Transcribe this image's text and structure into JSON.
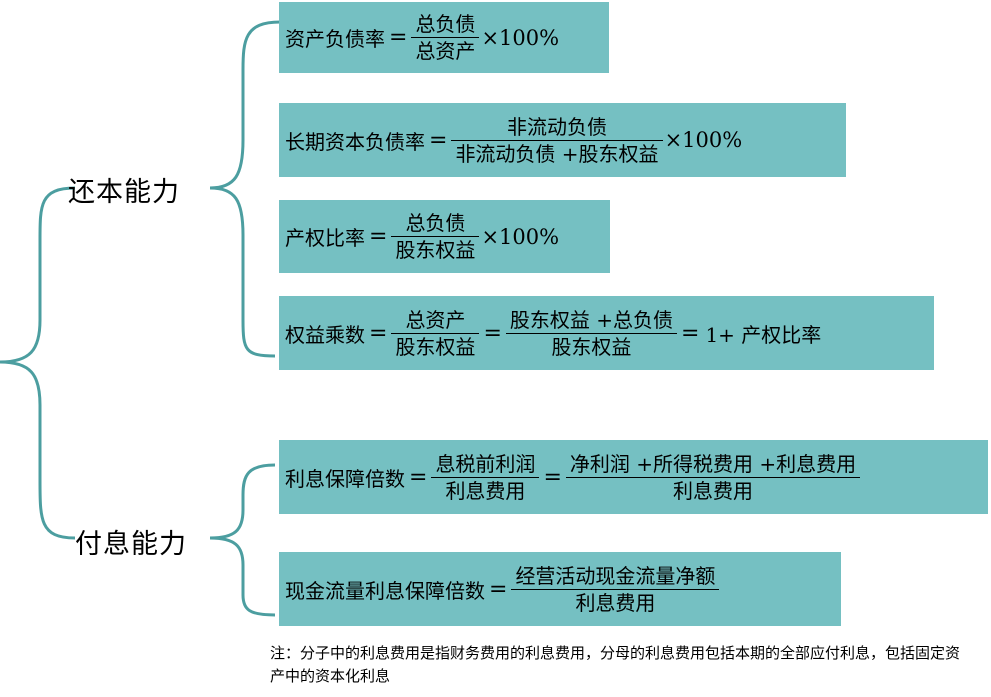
{
  "categories": {
    "repay": "还本能力",
    "interest": "付息能力"
  },
  "formulas": {
    "f1": {
      "lhs": "资产负债率",
      "eq": "=",
      "num": "总负债",
      "den": "总资产",
      "mult": "×100%"
    },
    "f2": {
      "lhs": "长期资本负债率",
      "eq": "=",
      "num": "非流动负债",
      "den": "非流动负债 +股东权益",
      "mult": "×100%"
    },
    "f3": {
      "lhs": "产权比率",
      "eq": "=",
      "num": "总负债",
      "den": "股东权益",
      "mult": "×100%"
    },
    "f4": {
      "lhs": "权益乘数",
      "eq1": "=",
      "num1": "总资产",
      "den1": "股东权益",
      "eq2": "=",
      "num2": "股东权益 +总负债",
      "den2": "股东权益",
      "eq3": "=",
      "tail": "1+ 产权比率"
    },
    "f5": {
      "lhs": "利息保障倍数",
      "eq1": "=",
      "num1": "息税前利润",
      "den1": "利息费用",
      "eq2": "=",
      "num2": "净利润 +所得税费用 +利息费用",
      "den2": "利息费用"
    },
    "f6": {
      "lhs": "现金流量利息保障倍数",
      "eq": "=",
      "num": "经营活动现金流量净额",
      "den": "利息费用"
    }
  },
  "note": "注：分子中的利息费用是指财务费用的利息费用，分母的利息费用包括本期的全部应付利息，包括固定资产中的资本化利息",
  "colors": {
    "box_fill": "#75c0c2",
    "bracket_stroke": "#4c9ea0"
  }
}
